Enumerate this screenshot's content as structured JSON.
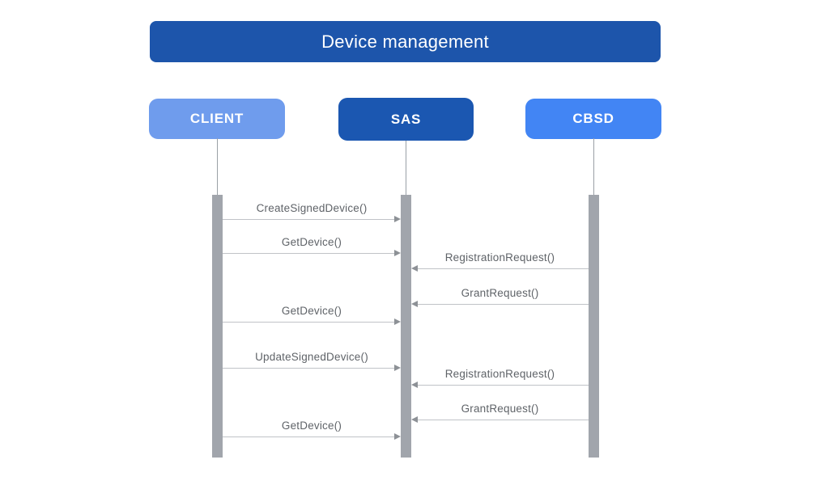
{
  "title": {
    "label": "Device management",
    "bg": "#1d55ab",
    "text_color": "#ffffff"
  },
  "actors": [
    {
      "id": "client",
      "label": "CLIENT",
      "bg": "#6f9ced"
    },
    {
      "id": "sas",
      "label": "SAS",
      "bg": "#1b57b1"
    },
    {
      "id": "cbsd",
      "label": "CBSD",
      "bg": "#4285f4"
    }
  ],
  "messages": [
    {
      "label": "CreateSignedDevice()",
      "from": "CLIENT",
      "to": "SAS"
    },
    {
      "label": "GetDevice()",
      "from": "CLIENT",
      "to": "SAS"
    },
    {
      "label": "RegistrationRequest()",
      "from": "CBSD",
      "to": "SAS"
    },
    {
      "label": "GrantRequest()",
      "from": "CBSD",
      "to": "SAS"
    },
    {
      "label": "GetDevice()",
      "from": "CLIENT",
      "to": "SAS"
    },
    {
      "label": "UpdateSignedDevice()",
      "from": "CLIENT",
      "to": "SAS"
    },
    {
      "label": "RegistrationRequest()",
      "from": "CBSD",
      "to": "SAS"
    },
    {
      "label": "GrantRequest()",
      "from": "CBSD",
      "to": "SAS"
    },
    {
      "label": "GetDevice()",
      "from": "CLIENT",
      "to": "SAS"
    }
  ],
  "colors": {
    "lifeline": "#9aa0a6",
    "activation_bar": "#a1a5ac",
    "message_line": "#c0c3c7",
    "message_arrowhead": "#8d9196",
    "message_text": "#5f6368"
  }
}
